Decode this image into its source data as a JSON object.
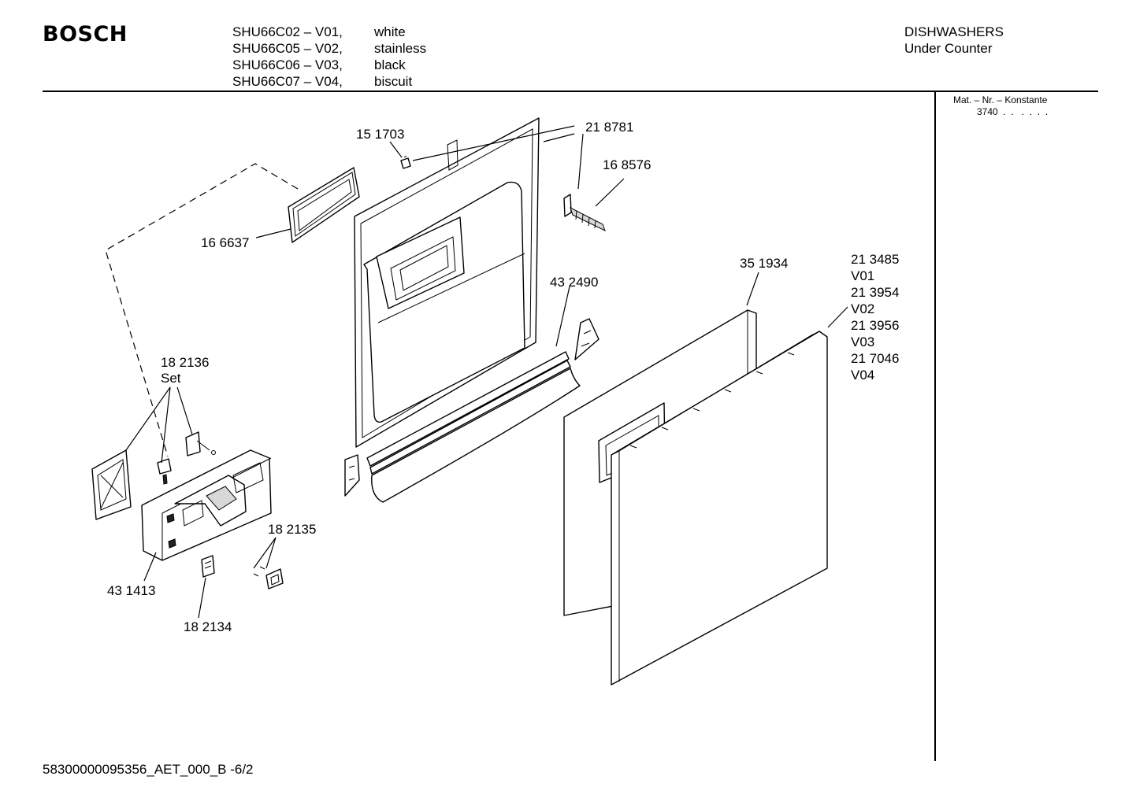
{
  "brand": "BOSCH",
  "models": [
    {
      "code": "SHU66C02 – V01,",
      "variant": "white"
    },
    {
      "code": "SHU66C05 – V02,",
      "variant": "stainless"
    },
    {
      "code": "SHU66C06 – V03,",
      "variant": "black"
    },
    {
      "code": "SHU66C07 – V04,",
      "variant": "biscuit"
    }
  ],
  "category": {
    "line1": "DISHWASHERS",
    "line2": "Under Counter"
  },
  "mat": {
    "label": "Mat. – Nr. – Konstante",
    "value": "3740  .  .   .  .  .  ."
  },
  "parts": {
    "p151703": "15 1703",
    "p218781": "21 8781",
    "p168576": "16 8576",
    "p166637": "16 6637",
    "p351934": "35 1934",
    "p432490": "43 2490",
    "p182136": "18 2136",
    "p182136_set": "Set",
    "p182135": "18 2135",
    "p431413": "43 1413",
    "p182134": "18 2134"
  },
  "variants": [
    {
      "number": "21 3485",
      "version": "V01"
    },
    {
      "number": "21 3954",
      "version": "V02"
    },
    {
      "number": "21 3956",
      "version": "V03"
    },
    {
      "number": "21 7046",
      "version": "V04"
    }
  ],
  "footer": "58300000095356_AET_000_B  -6/2"
}
